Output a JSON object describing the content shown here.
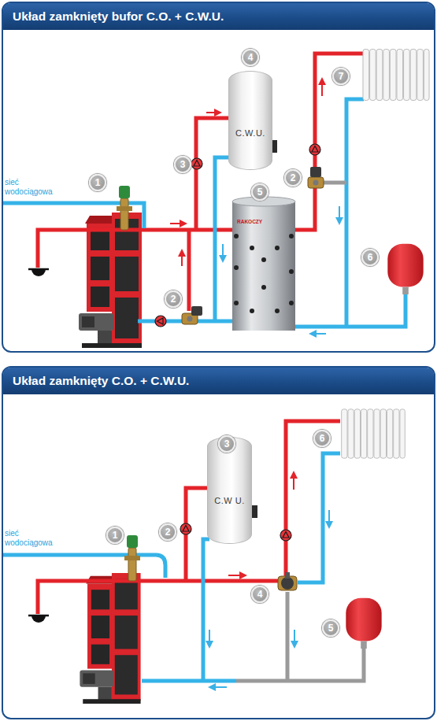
{
  "diagram": {
    "nodes": [
      {
        "text": [
          "Układ zamknięty bufor C.O. + C.W.U."
        ]
      },
      {
        "text": [
          "Układ zamknięty C.O. + C.W.U."
        ]
      },
      {
        "text": [
          "C.W.U."
        ],
        "in": 0
      },
      {
        "text": [
          "C.W U."
        ],
        "in": 1
      }
    ],
    "labels": [
      "4",
      "7",
      "3",
      "2",
      "sieć wodociągowa",
      "1",
      "5",
      "RAKOCZY",
      "6",
      "2",
      "3",
      "6",
      "2",
      "sieć wodociągowa",
      "1",
      "4",
      "5"
    ]
  }
}
